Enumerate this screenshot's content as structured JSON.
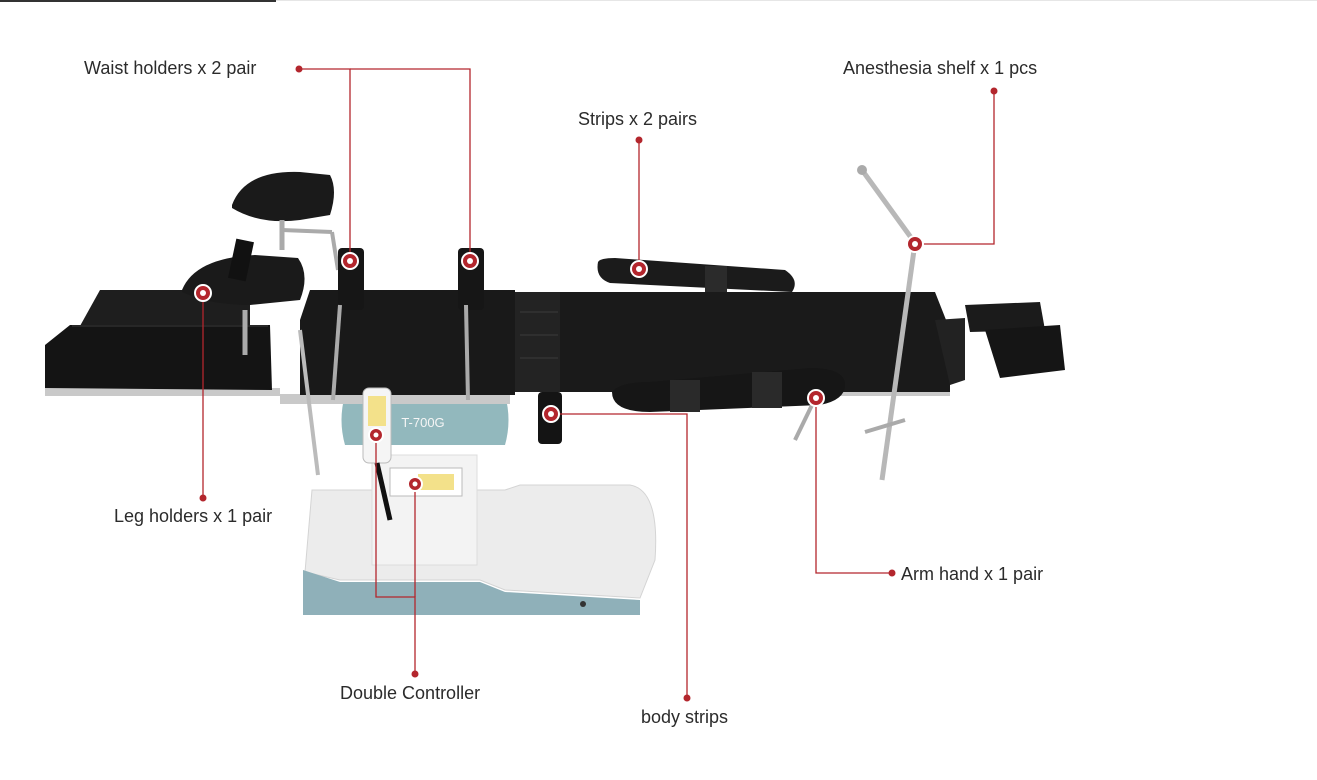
{
  "labels": {
    "waist_holders": "Waist holders x 2 pair",
    "anesthesia_shelf": "Anesthesia shelf x 1 pcs",
    "strips": "Strips x 2 pairs",
    "leg_holders": "Leg holders x 1 pair",
    "arm_hand": "Arm hand x 1 pair",
    "double_controller": "Double Controller",
    "body_strips": "body strips"
  },
  "table_badge": "T-700G",
  "colors": {
    "callout": "#b3262d",
    "pad": "#1c1c1c",
    "base_teal": "#8fb0b9",
    "base_white": "#f1f1f1"
  }
}
